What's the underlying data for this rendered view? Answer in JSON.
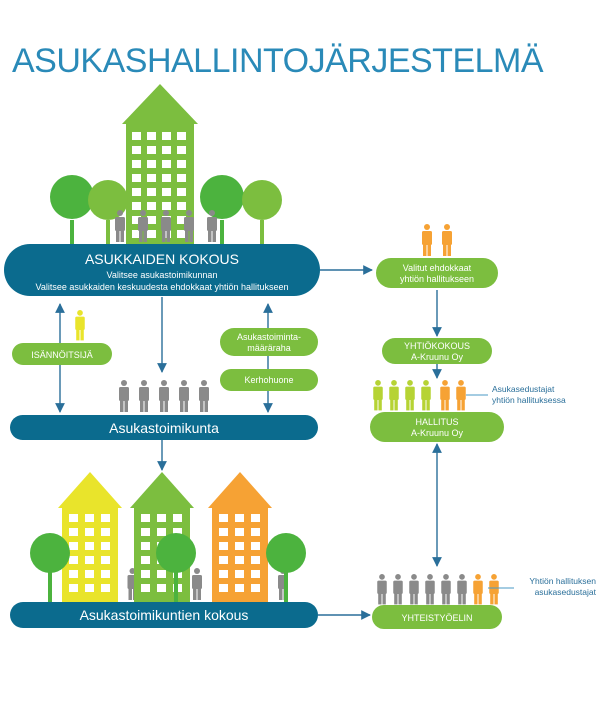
{
  "title": "ASUKASHALLINTOJÄRJESTELMÄ",
  "colors": {
    "title": "#2a8ab8",
    "navy": "#0b6b8e",
    "green": "#7cbe3f",
    "lime": "#b6d334",
    "yellow": "#e9e42b",
    "orange": "#f6a234",
    "gray": "#8a8a8a",
    "tree": "#4cb33e",
    "arrow": "#2a6f9a"
  },
  "nodes": {
    "asukkaiden_kokous": {
      "title": "ASUKKAIDEN KOKOUS",
      "line1": "Valitsee asukastoimikunnan",
      "line2": "Valitsee asukkaiden keskuudesta ehdokkaat yhtiön hallitukseen"
    },
    "asukastoimikunta": "Asukastoimikunta",
    "asukastoimikuntien_kokous": "Asukastoimikuntien kokous",
    "isannoitsija": "ISÄNNÖITSIJÄ",
    "maararaha": {
      "line1": "Asukastoiminta-",
      "line2": "määräraha"
    },
    "kerhohuone": "Kerhohuone",
    "valitut": {
      "line1": "Valitut ehdokkaat",
      "line2": "yhtiön hallitukseen"
    },
    "yhtiokokous": {
      "line1": "YHTIÖKOKOUS",
      "line2": "A-Kruunu Oy"
    },
    "hallitus": {
      "line1": "HALLITUS",
      "line2": "A-Kruunu Oy"
    },
    "yhteistyoelin": "YHTEISTYÖELIN"
  },
  "annotations": {
    "asukasedustajat": {
      "line1": "Asukasedustajat",
      "line2": "yhtiön hallituksessa"
    },
    "hallituksen": {
      "line1": "Yhtiön hallituksen",
      "line2": "asukasedustajat"
    }
  }
}
